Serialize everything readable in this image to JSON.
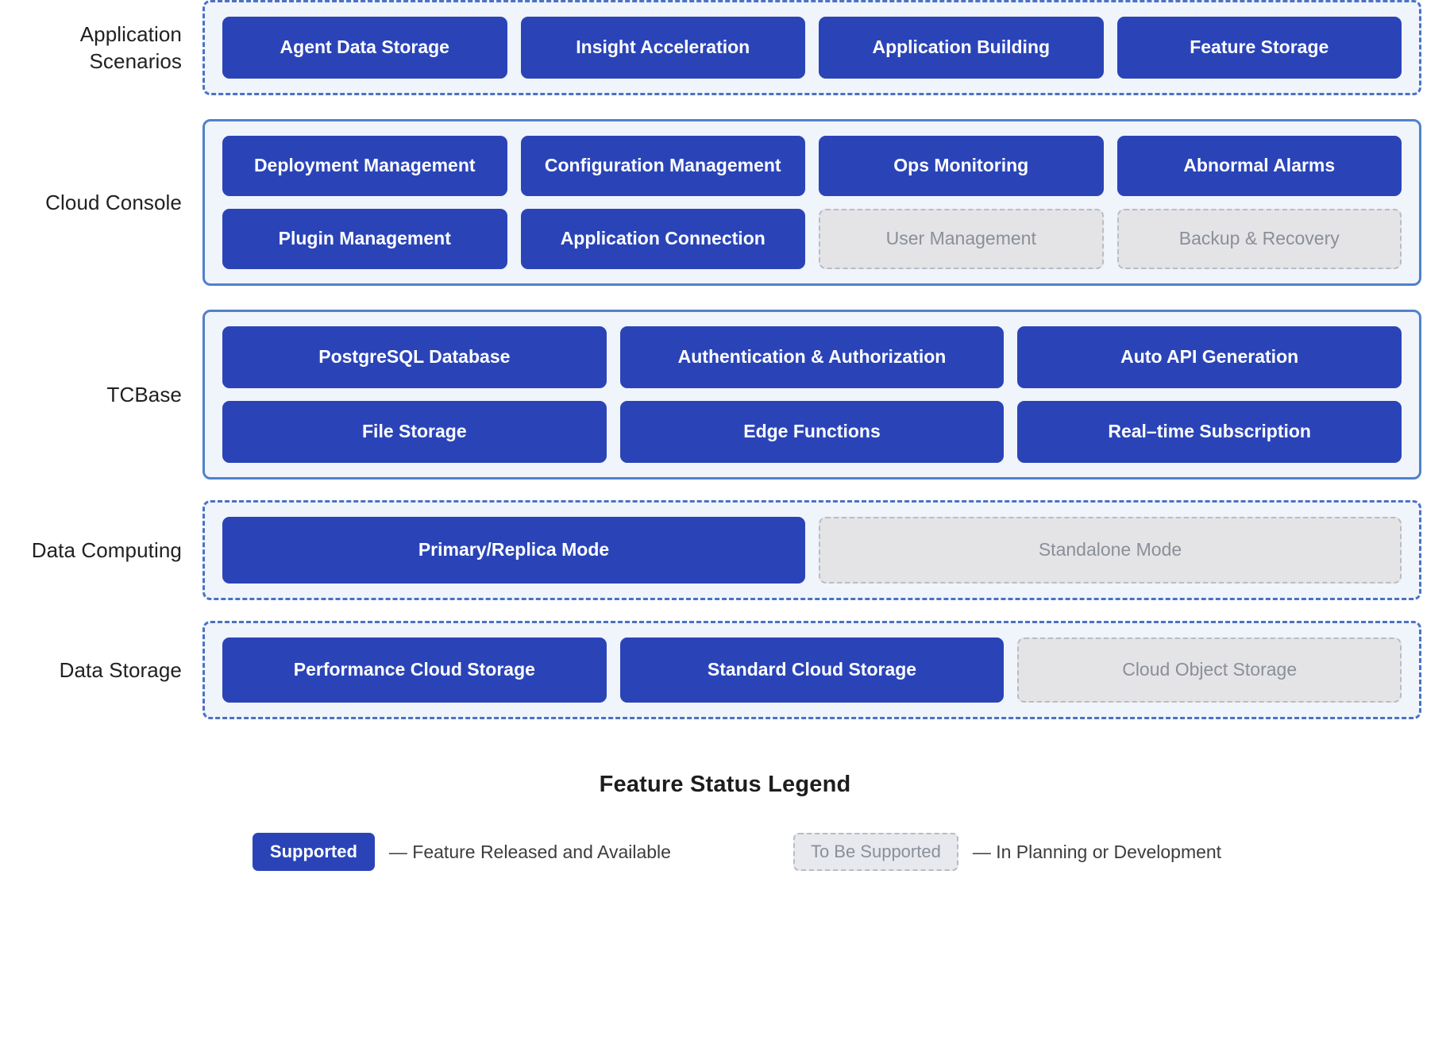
{
  "diagram": {
    "title": "Feature Status Legend",
    "colors": {
      "supported_fill": "#2a44b8",
      "supported_text": "#ffffff",
      "planned_fill": "#e4e4e6",
      "planned_text": "#8a8f99",
      "planned_border": "#b9bcc2",
      "panel_fill": "#f0f4fb",
      "panel_border_dashed": "#4a72c4",
      "panel_border_solid": "#5181c9"
    },
    "rows": [
      {
        "label": "Application\nScenarios",
        "label_line1": "Application",
        "label_line2": "Scenarios",
        "border": "dashed",
        "columns": 4,
        "items": [
          {
            "label": "Agent Data Storage",
            "status": "supported"
          },
          {
            "label": "Insight Acceleration",
            "status": "supported"
          },
          {
            "label": "Application Building",
            "status": "supported"
          },
          {
            "label": "Feature Storage",
            "status": "supported"
          }
        ]
      },
      {
        "label": "Cloud Console",
        "border": "solid",
        "columns": 4,
        "items": [
          {
            "label": "Deployment Management",
            "status": "supported"
          },
          {
            "label": "Configuration Management",
            "status": "supported"
          },
          {
            "label": "Ops Monitoring",
            "status": "supported"
          },
          {
            "label": "Abnormal Alarms",
            "status": "supported"
          },
          {
            "label": "Plugin Management",
            "status": "supported"
          },
          {
            "label": "Application Connection",
            "status": "supported"
          },
          {
            "label": "User Management",
            "status": "planned"
          },
          {
            "label": "Backup & Recovery",
            "status": "planned"
          }
        ]
      },
      {
        "label": "TCBase",
        "border": "solid",
        "columns": 3,
        "items": [
          {
            "label": "PostgreSQL Database",
            "status": "supported"
          },
          {
            "label": "Authentication & Authorization",
            "status": "supported"
          },
          {
            "label": "Auto API Generation",
            "status": "supported"
          },
          {
            "label": "File Storage",
            "status": "supported"
          },
          {
            "label": "Edge Functions",
            "status": "supported"
          },
          {
            "label": "Real–time Subscription",
            "status": "supported"
          }
        ]
      },
      {
        "label": "Data Computing",
        "border": "dashed",
        "columns": 2,
        "items": [
          {
            "label": "Primary/Replica Mode",
            "status": "supported"
          },
          {
            "label": "Standalone Mode",
            "status": "planned"
          }
        ]
      },
      {
        "label": "Data Storage",
        "border": "dashed",
        "columns": 3,
        "items": [
          {
            "label": "Performance Cloud Storage",
            "status": "supported"
          },
          {
            "label": "Standard Cloud Storage",
            "status": "supported"
          },
          {
            "label": "Cloud Object Storage",
            "status": "planned"
          }
        ]
      }
    ],
    "legend": {
      "title": "Feature Status Legend",
      "entries": [
        {
          "chip": "Supported",
          "status": "supported",
          "description": "— Feature Released and Available"
        },
        {
          "chip": "To Be Supported",
          "status": "planned",
          "description": "— In Planning or Development"
        }
      ]
    }
  }
}
